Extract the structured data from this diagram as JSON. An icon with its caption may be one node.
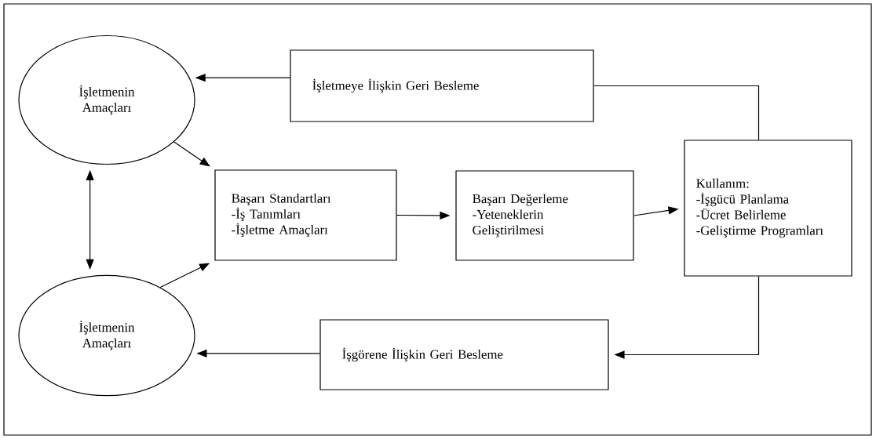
{
  "diagram": {
    "nodes": [
      {
        "text": [
          "İşletmenin Amaçları"
        ]
      },
      {
        "text": [
          "İşletmeye İlişkin Geri Besleme"
        ]
      },
      {
        "text": [
          "Başarı Standartları",
          "-İş Tanımları",
          "-İşletme Amaçları"
        ]
      },
      {
        "text": [
          "Başarı Değerleme",
          "-Yeteneklerin Geliştirilmesi"
        ]
      },
      {
        "text": [
          "Kullanım:",
          "-İşgücü Planlama",
          "-Ücret Belirleme",
          "-Geliştirme Programları"
        ]
      },
      {
        "text": [
          "İşletmenin Amaçları"
        ]
      },
      {
        "text": [
          "İşgörene İlişkin Geri Besleme"
        ]
      }
    ],
    "edges": [
      {
        "from": 1,
        "to": 0,
        "arrow": "to"
      },
      {
        "from": 4,
        "to": 1,
        "arrow": "none"
      },
      {
        "from": 0,
        "to": 2,
        "arrow": "to"
      },
      {
        "from": 5,
        "to": 2,
        "arrow": "to"
      },
      {
        "from": 0,
        "to": 5,
        "arrow": "both"
      },
      {
        "from": 2,
        "to": 3,
        "arrow": "to"
      },
      {
        "from": 3,
        "to": 4,
        "arrow": "to"
      },
      {
        "from": 6,
        "to": 5,
        "arrow": "to"
      },
      {
        "from": 4,
        "to": 6,
        "arrow": "to"
      }
    ]
  }
}
